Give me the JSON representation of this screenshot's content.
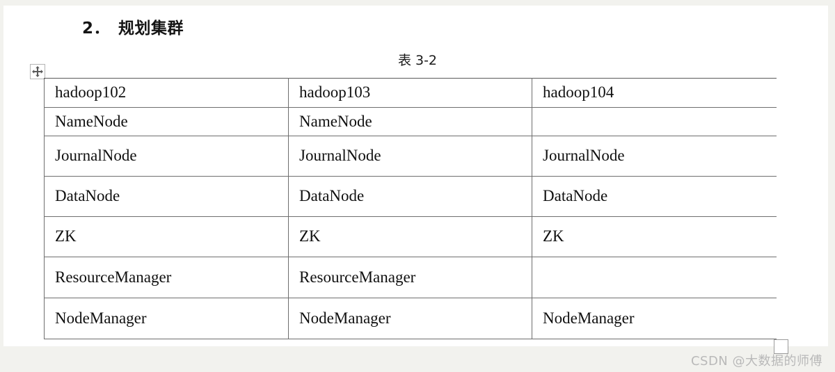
{
  "document": {
    "heading": "2．　规划集群",
    "table_caption": "表 3-2",
    "watermark": "CSDN @大数据的师傅"
  },
  "icons": {
    "table_move_handle": "move-cross-icon",
    "table_resize_handle": "resize-square-icon"
  },
  "table": {
    "columns": [
      "hadoop102",
      "hadoop103",
      "hadoop104"
    ],
    "rows": [
      [
        "hadoop102",
        "hadoop103",
        "hadoop104"
      ],
      [
        "NameNode",
        "NameNode",
        ""
      ],
      [
        "JournalNode",
        "JournalNode",
        "JournalNode"
      ],
      [
        "DataNode",
        "DataNode",
        "DataNode"
      ],
      [
        "ZK",
        "ZK",
        "ZK"
      ],
      [
        "ResourceManager",
        "ResourceManager",
        ""
      ],
      [
        "NodeManager",
        "NodeManager",
        "NodeManager"
      ]
    ]
  },
  "colors": {
    "page_background": "#ffffff",
    "app_background": "#f2f2ee",
    "table_border": "#6e6e6e",
    "text": "#101010",
    "watermark": "#b9b9b9"
  }
}
